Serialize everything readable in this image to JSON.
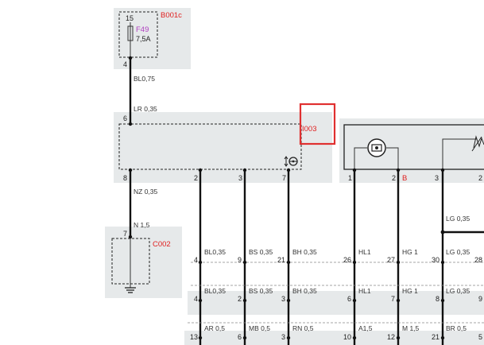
{
  "colors": {
    "component_ref": "#e02020",
    "fuse_label": "#b040c0",
    "highlight_box": "#e03030",
    "wire": "#111111",
    "zone": "#e6e9ea"
  },
  "components": {
    "b001c": {
      "ref": "B001c",
      "pin_top": "15",
      "pin_bottom": "4"
    },
    "fuse": {
      "ref": "F49",
      "rating": "7,5A"
    },
    "i003": {
      "ref": "I003",
      "pin_top": "6"
    },
    "c002": {
      "ref": "C002",
      "pin_top": "7"
    },
    "right_module": {
      "pin_b_ref": "B"
    }
  },
  "wires": {
    "bl075": "BL0,75",
    "lr035": "LR 0,35",
    "nz035": "NZ 0,35",
    "n15": "N 1,5",
    "lg035": "LG 0,35"
  },
  "i003_pins": [
    "8",
    "2",
    "3",
    "7"
  ],
  "right_pins": [
    "1",
    "2",
    "3",
    "2"
  ],
  "connector_rows": [
    {
      "pins": [
        "4",
        "9",
        "21",
        "26",
        "27",
        "30",
        "28"
      ],
      "labels": [
        "BL0,35",
        "BS 0,35",
        "BH 0,35",
        "HL1",
        "HG 1",
        "LG 0,35"
      ]
    },
    {
      "pins": [
        "4",
        "2",
        "3",
        "6",
        "7",
        "8",
        "9"
      ],
      "labels": [
        "BL0,35",
        "BS 0,35",
        "BH 0,35",
        "HL1",
        "HG 1",
        "LG 0,35"
      ]
    },
    {
      "pins": [
        "13",
        "6",
        "3",
        "10",
        "12",
        "21",
        "5"
      ],
      "labels": [
        "AR 0,5",
        "MB 0,5",
        "RN 0,5",
        "A1,5",
        "M 1,5",
        "BR 0,5"
      ]
    }
  ]
}
